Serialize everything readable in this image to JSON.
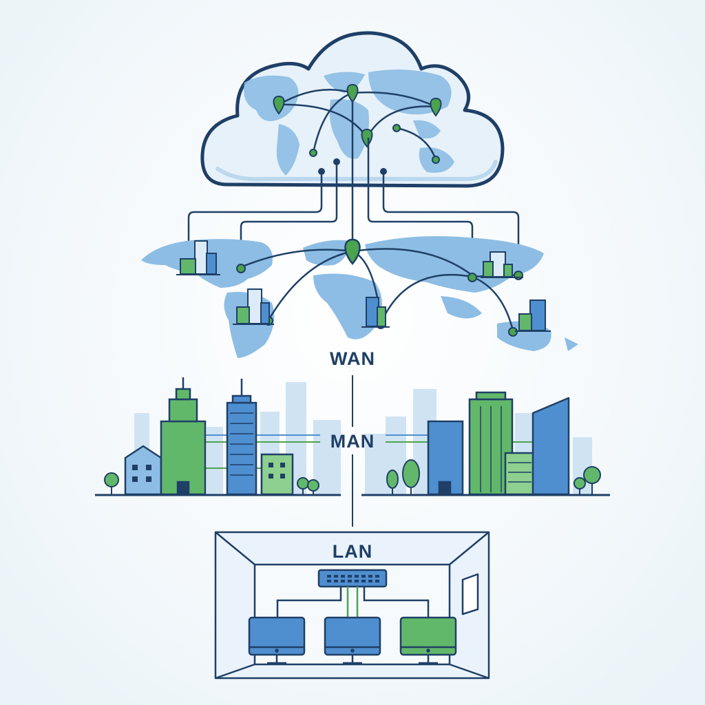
{
  "labels": {
    "wan": "WAN",
    "man": "MAN",
    "lan": "LAN"
  },
  "colors": {
    "outline": "#1f3f66",
    "map_blue": "#7fb4df",
    "cloud_fill": "#e6f1fa",
    "building_blue": "#4f8fd0",
    "building_green": "#62b86a",
    "link_green": "#4ca34f",
    "background": "#f3f8fb"
  },
  "icons": {
    "cloud": "cloud-icon",
    "pin": "location-pin-icon",
    "building": "building-icon",
    "tree": "tree-icon",
    "switch": "network-switch-icon",
    "monitor": "monitor-icon"
  }
}
